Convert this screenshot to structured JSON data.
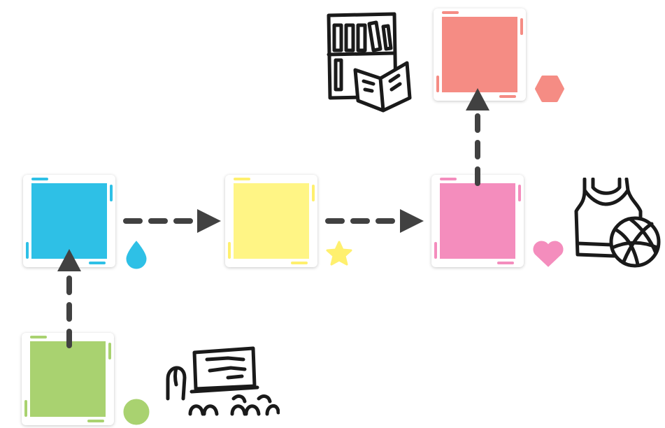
{
  "diagram": {
    "cards": [
      {
        "id": "blue",
        "color": "#2ec0e6",
        "edge": "#2ec0e6"
      },
      {
        "id": "yellow",
        "color": "#fff585",
        "edge": "#fff06e"
      },
      {
        "id": "pink",
        "color": "#f48dbd",
        "edge": "#f48dbd"
      },
      {
        "id": "salmon",
        "color": "#f58c84",
        "edge": "#f58c84"
      },
      {
        "id": "green",
        "color": "#a9d270",
        "edge": "#a9d270"
      }
    ],
    "markers": [
      {
        "card": "blue",
        "shape": "drop-icon",
        "color": "#2ec0e6"
      },
      {
        "card": "yellow",
        "shape": "star-icon",
        "color": "#fff06e"
      },
      {
        "card": "pink",
        "shape": "heart-icon",
        "color": "#f48dbd"
      },
      {
        "card": "salmon",
        "shape": "hexagon-icon",
        "color": "#f58c84"
      },
      {
        "card": "green",
        "shape": "circle-icon",
        "color": "#a9d270"
      }
    ],
    "illustrations": [
      {
        "name": "bookshelf-book-illustration",
        "near": "salmon"
      },
      {
        "name": "jersey-basketball-illustration",
        "near": "pink"
      },
      {
        "name": "presentation-audience-illustration",
        "near": "green"
      }
    ],
    "connectors": [
      {
        "from": "green",
        "to": "blue",
        "style": "dashed-arrow"
      },
      {
        "from": "blue",
        "to": "yellow",
        "style": "dashed-arrow"
      },
      {
        "from": "yellow",
        "to": "pink",
        "style": "dashed-arrow"
      },
      {
        "from": "pink",
        "to": "salmon",
        "style": "dashed-arrow"
      }
    ],
    "arrow_color": "#414141",
    "line_art_color": "#1a1a1a"
  }
}
